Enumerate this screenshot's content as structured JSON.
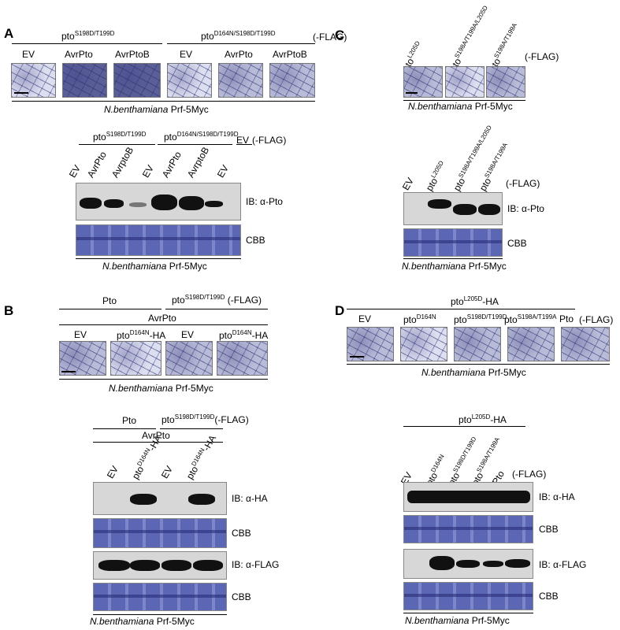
{
  "panels": {
    "A": {
      "label": "A",
      "leaf_groups": [
        "pto^S198D/T199D",
        "pto^D164N/S198D/T199D"
      ],
      "flag_note": "(-FLAG)",
      "leaf_cols": [
        "EV",
        "AvrPto",
        "AvrPtoB",
        "EV",
        "AvrPto",
        "AvrPtoB"
      ],
      "leaf_caption_italic": "N.benthamiana",
      "leaf_caption_rest": " Prf-5Myc",
      "blot_groups": [
        "pto^S198D/T199D",
        "pto^D164N/S198D/T199D",
        "EV"
      ],
      "blot_flag": "(-FLAG)",
      "lanes": [
        "EV",
        "AvrPto",
        "AvrptoB",
        "EV",
        "AvrPto",
        "AvrptoB",
        "EV"
      ],
      "ib": "IB: α-Pto",
      "cbb": "CBB",
      "caption_italic": "N.benthamiana",
      "caption_rest": " Prf-5Myc"
    },
    "B": {
      "label": "B",
      "top_groups": [
        "Pto",
        "pto^S198D/T199D (-FLAG)"
      ],
      "avr": "AvrPto",
      "leaf_cols": [
        "EV",
        "pto^D164N-HA",
        "EV",
        "pto^D164N-HA"
      ],
      "leaf_caption_italic": "N.benthamiana",
      "leaf_caption_rest": " Prf-5Myc",
      "blot_groups": [
        "Pto",
        "pto^S198D/T199D(-FLAG)"
      ],
      "blot_avr": "AvrPto",
      "lanes": [
        "EV",
        "pto^D164N-HA",
        "EV",
        "pto^D164N-HA"
      ],
      "ib1": "IB: α-HA",
      "cbb1": "CBB",
      "ib2": "IB: α-FLAG",
      "cbb2": "CBB",
      "caption_italic": "N.benthamiana",
      "caption_rest": " Prf-5Myc"
    },
    "C": {
      "label": "C",
      "leaf_cols": [
        "pto^L205D",
        "pto^S198A/T199A/L205D",
        "pto^S198A/T199A"
      ],
      "flag_note": "(-FLAG)",
      "leaf_caption_italic": "N.benthamiana",
      "leaf_caption_rest": " Prf-5Myc",
      "lanes": [
        "EV",
        "pto^L205D",
        "pto^S198A/T199A/L205D",
        "pto^S198A/T199A"
      ],
      "blot_flag": "(-FLAG)",
      "ib": "IB: α-Pto",
      "cbb": "CBB",
      "caption_italic": "N.benthamiana",
      "caption_rest": " Prf-5Myc"
    },
    "D": {
      "label": "D",
      "top_group": "pto^L205D-HA",
      "leaf_cols": [
        "EV",
        "pto^D164N",
        "pto^S198D/T199D",
        "pto^S198A/T199A",
        "Pto"
      ],
      "flag_note": "(-FLAG)",
      "leaf_caption_italic": "N.benthamiana",
      "leaf_caption_rest": " Prf-5Myc",
      "blot_group": "pto^L205D-HA",
      "lanes": [
        "EV",
        "pto^D164N",
        "pto^S198D/T199D",
        "pto^S198A/T199A",
        "Pto"
      ],
      "blot_flag": "(-FLAG)",
      "ib1": "IB: α-HA",
      "cbb1": "CBB",
      "ib2": "IB: α-FLAG",
      "cbb2": "CBB",
      "caption_italic": "N.benthamiana",
      "caption_rest": " Prf-5Myc"
    }
  }
}
